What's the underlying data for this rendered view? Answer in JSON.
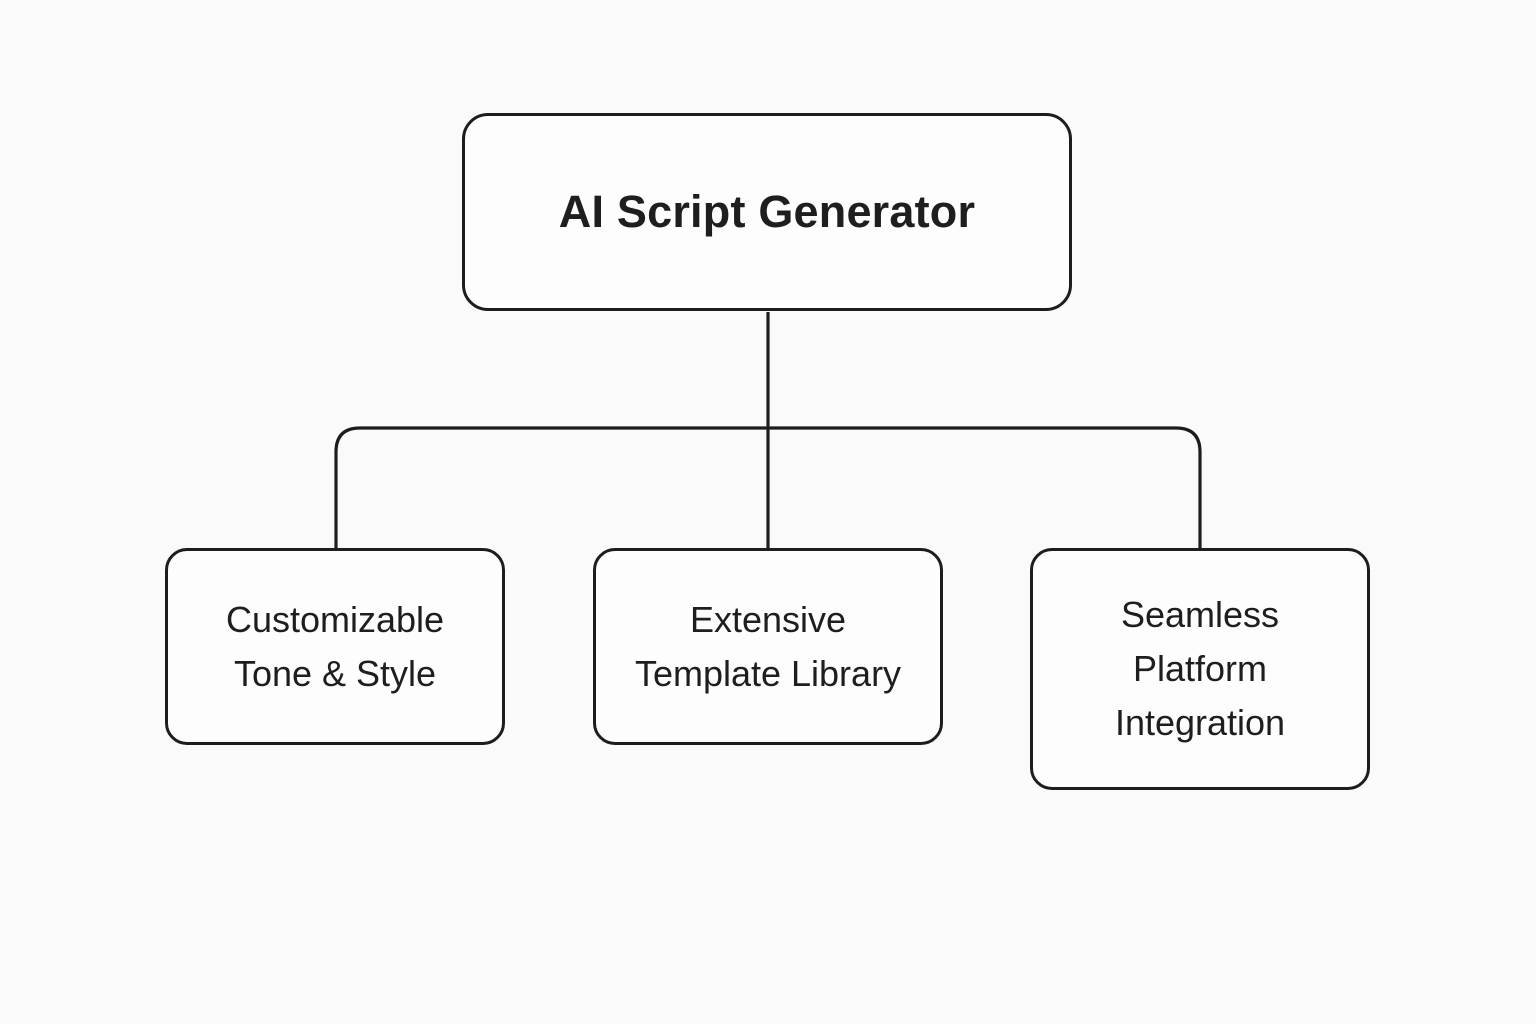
{
  "diagram": {
    "type": "tree",
    "root": {
      "label": "AI Script Generator"
    },
    "children": [
      {
        "label": "Customizable Tone & Style"
      },
      {
        "label": "Extensive Template Library"
      },
      {
        "label": "Seamless Platform Integration"
      }
    ],
    "colors": {
      "background": "#fafafa",
      "box_fill": "#fdfdfd",
      "line": "#1d1d1d",
      "text": "#1e1e1e"
    }
  }
}
